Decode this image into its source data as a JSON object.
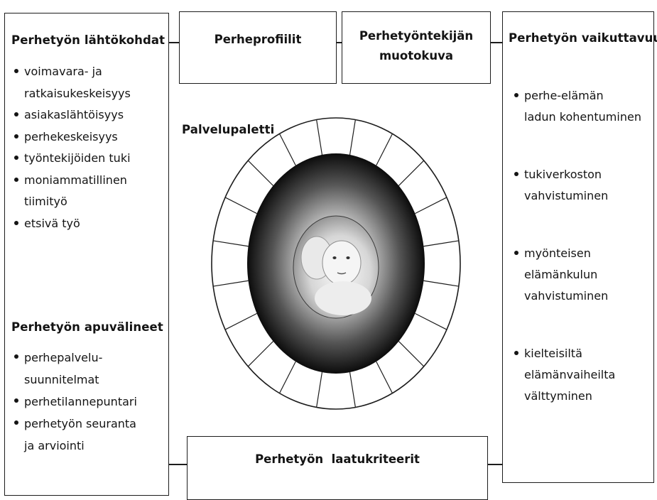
{
  "left": {
    "title1": "Perhetyön lähtökohdat",
    "items1": [
      "voimavara- ja\nratkaisukeskeisyys",
      "asiakaslähtöisyys",
      "perhekeskeisyys",
      "työntekijöiden tuki",
      "moniammatillinen\ntiimityö",
      "etsivä työ"
    ],
    "title2": "Perhetyön apuvälineet",
    "items2": [
      "perhepalvelu-\nsuunnitelmat",
      "perhetilannepuntari",
      "perhetyön seuranta\nja arviointi"
    ]
  },
  "top": {
    "profiles": "Perheprofiilit",
    "worker_line1": "Perhetyöntekijän",
    "worker_line2": "muotokuva"
  },
  "center": {
    "wheel_label": "Palvelupaletti",
    "segments": 20
  },
  "right": {
    "title": "Perhetyön vaikuttavuus",
    "items": [
      "perhe-elämän\nladun kohentuminen",
      "tukiverkoston\nvahvistuminen",
      "myönteisen\nelämänkulun\nvahvistuminen",
      "kielteisiltä\nelämänvaiheilta\nvälttyminen"
    ]
  },
  "bottom": {
    "quality": "Perhetyön  laatukriteerit"
  }
}
